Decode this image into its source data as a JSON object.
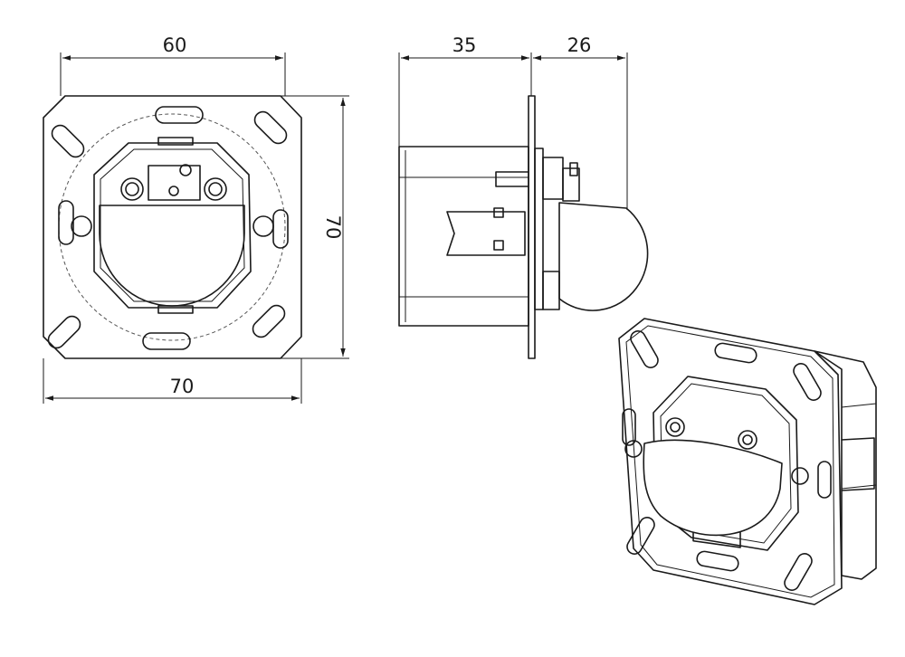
{
  "dimensions": {
    "front_width_inner": "60",
    "front_width_outer": "70",
    "front_height": "70",
    "side_depth": "35",
    "side_protrusion": "26"
  }
}
